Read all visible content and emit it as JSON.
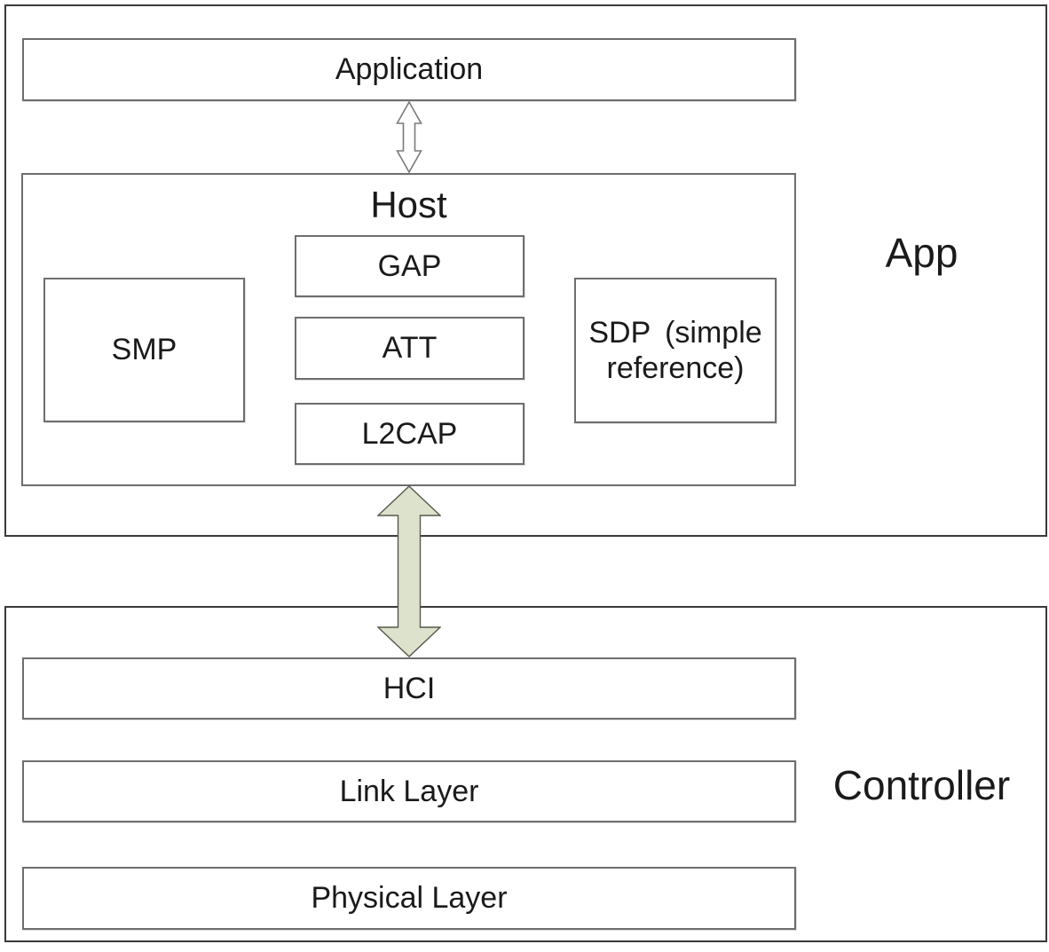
{
  "diagram": {
    "title_semantic": "BLE protocol stack",
    "app_section": {
      "label": "App",
      "application_box": "Application",
      "host": {
        "title": "Host",
        "smp": "SMP",
        "gap": "GAP",
        "att": "ATT",
        "l2cap": "L2CAP",
        "sdp": "SDP (simple reference)"
      }
    },
    "controller_section": {
      "label": "Controller",
      "hci": "HCI",
      "link_layer": "Link Layer",
      "physical_layer": "Physical Layer"
    },
    "connectors": {
      "application_host_arrow": "double-headed arrow between Application and Host",
      "host_controller_arrow": "double-headed arrow between Host and Controller"
    },
    "colors": {
      "background": "#ffffff",
      "box_fill": "#ffffff",
      "inner_border": "#6e6e6e",
      "outer_border": "#3a3a3a",
      "text": "#1a1a1a",
      "big_arrow_fill": "#dde2cc",
      "big_arrow_outline": "#55584a",
      "thin_arrow_fill": "#ffffff",
      "thin_arrow_outline": "#7a7a7a"
    }
  }
}
